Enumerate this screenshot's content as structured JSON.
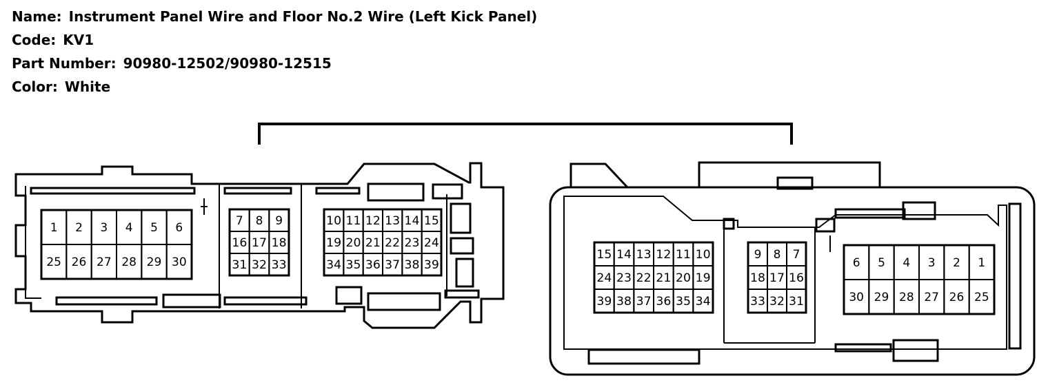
{
  "header": {
    "name_label": "Name:",
    "name_value": "Instrument Panel Wire and Floor No.2 Wire (Left Kick Panel)",
    "code_label": "Code:",
    "code_value": "KV1",
    "part_label": "Part Number:",
    "part_value": "90980-12502/90980-12515",
    "color_label": "Color:",
    "color_value": "White"
  },
  "colors": {
    "line": "#000000",
    "background": "#ffffff"
  },
  "connectors": {
    "left": {
      "blocks": [
        {
          "rows": [
            [
              "1",
              "2",
              "3",
              "4",
              "5",
              "6"
            ],
            [
              "25",
              "26",
              "27",
              "28",
              "29",
              "30"
            ]
          ]
        },
        {
          "rows": [
            [
              "7",
              "8",
              "9"
            ],
            [
              "16",
              "17",
              "18"
            ],
            [
              "31",
              "32",
              "33"
            ]
          ]
        },
        {
          "rows": [
            [
              "10",
              "11",
              "12",
              "13",
              "14",
              "15"
            ],
            [
              "19",
              "20",
              "21",
              "22",
              "23",
              "24"
            ],
            [
              "34",
              "35",
              "36",
              "37",
              "38",
              "39"
            ]
          ]
        }
      ]
    },
    "right": {
      "blocks": [
        {
          "rows": [
            [
              "15",
              "14",
              "13",
              "12",
              "11",
              "10"
            ],
            [
              "24",
              "23",
              "22",
              "21",
              "20",
              "19"
            ],
            [
              "39",
              "38",
              "37",
              "36",
              "35",
              "34"
            ]
          ]
        },
        {
          "rows": [
            [
              "9",
              "8",
              "7"
            ],
            [
              "18",
              "17",
              "16"
            ],
            [
              "33",
              "32",
              "31"
            ]
          ]
        },
        {
          "rows": [
            [
              "6",
              "5",
              "4",
              "3",
              "2",
              "1"
            ],
            [
              "30",
              "29",
              "28",
              "27",
              "26",
              "25"
            ]
          ]
        }
      ]
    }
  }
}
